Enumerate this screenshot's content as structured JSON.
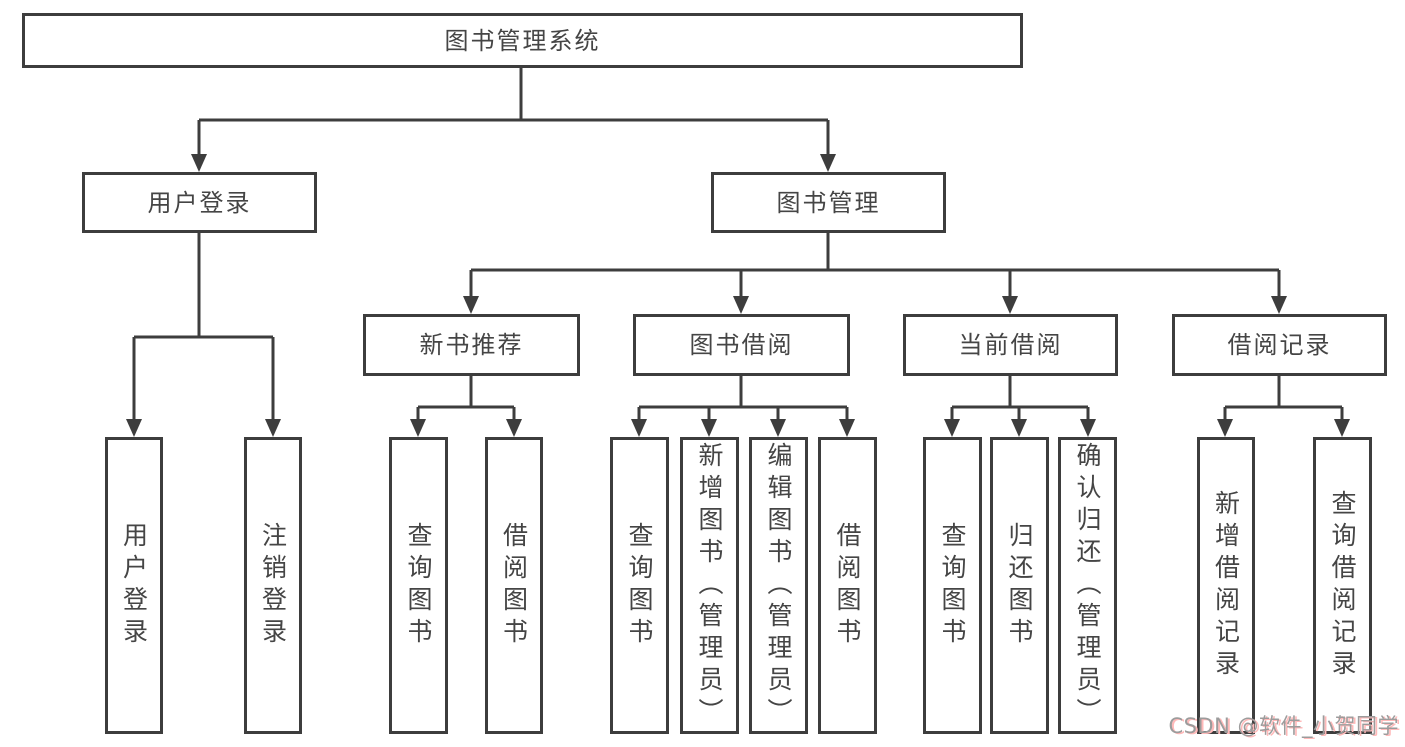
{
  "colors": {
    "line": "#3d3d3d",
    "text": "#454545",
    "background": "#ffffff",
    "watermark-gray": "#9c9c9c",
    "watermark-red": "#ffb9b9"
  },
  "watermark": {
    "text": "CSDN @软件_小贺同学"
  },
  "tree": {
    "label": "图书管理系统",
    "children": [
      {
        "label": "用户登录",
        "children": [
          {
            "label": "用户登录"
          },
          {
            "label": "注销登录"
          }
        ]
      },
      {
        "label": "图书管理",
        "children": [
          {
            "label": "新书推荐",
            "children": [
              {
                "label": "查询图书"
              },
              {
                "label": "借阅图书"
              }
            ]
          },
          {
            "label": "图书借阅",
            "children": [
              {
                "label": "查询图书"
              },
              {
                "label": "新增图书（管理员）"
              },
              {
                "label": "编辑图书（管理员）"
              },
              {
                "label": "借阅图书"
              }
            ]
          },
          {
            "label": "当前借阅",
            "children": [
              {
                "label": "查询图书"
              },
              {
                "label": "归还图书"
              },
              {
                "label": "确认归还（管理员）"
              }
            ]
          },
          {
            "label": "借阅记录",
            "children": [
              {
                "label": "新增借阅记录"
              },
              {
                "label": "查询借阅记录"
              }
            ]
          }
        ]
      }
    ]
  }
}
